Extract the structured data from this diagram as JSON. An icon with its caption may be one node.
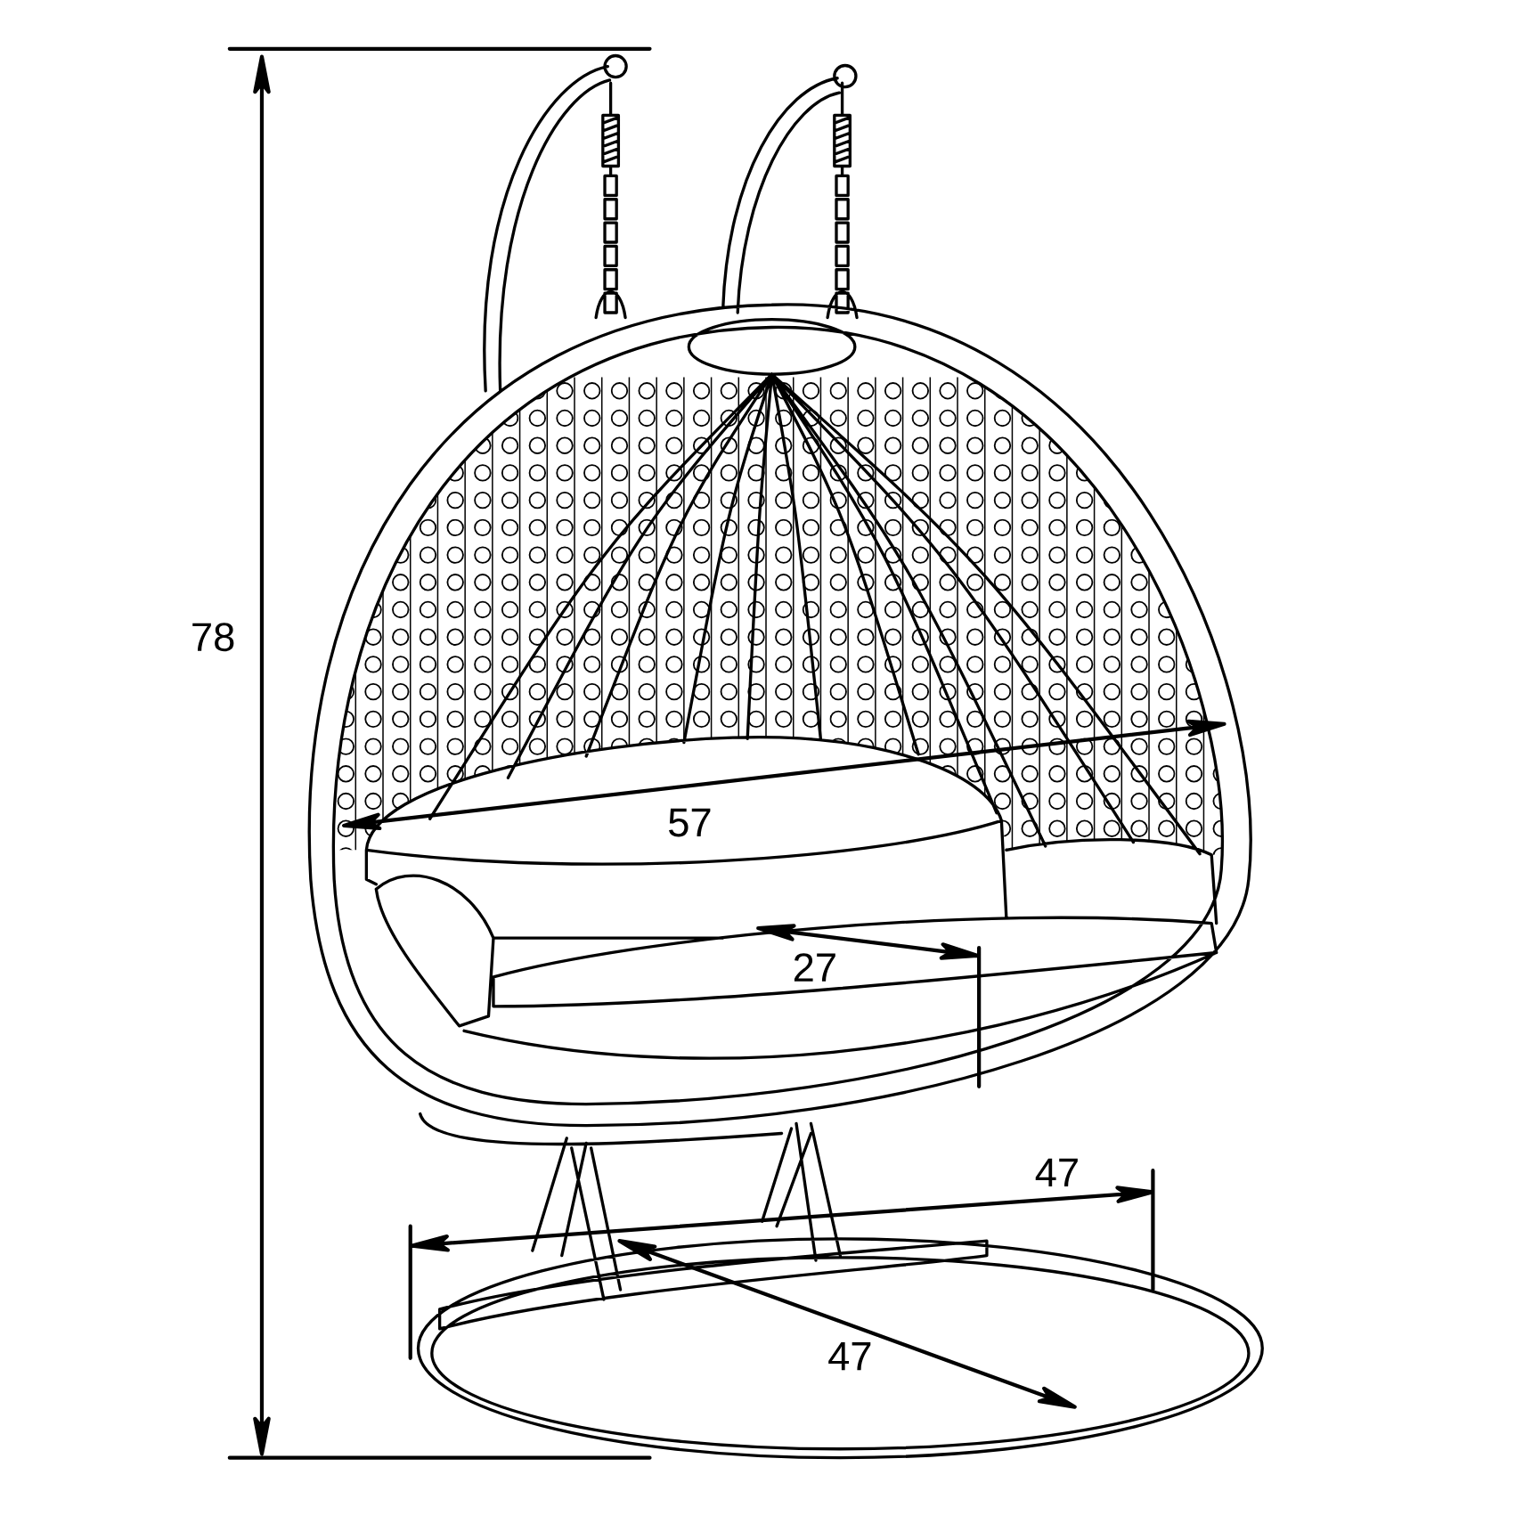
{
  "diagram": {
    "labels": [
      "78",
      "57",
      "27",
      "47",
      "47"
    ]
  }
}
